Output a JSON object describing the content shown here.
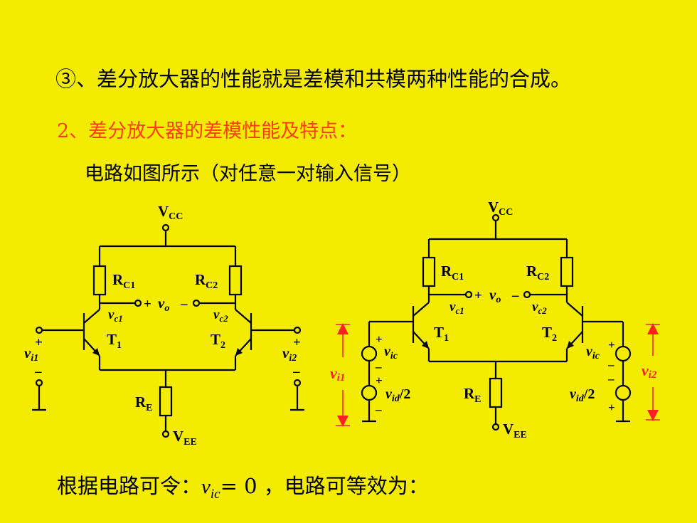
{
  "text": {
    "line1": "③、差分放大器的性能就是差模和共模两种性能的合成。",
    "line2": "2、差分放大器的差模性能及特点：",
    "line3": "电路如图所示（对任意一对输入信号）",
    "line4_prefix": "根据电路可令：",
    "line4_var": "v",
    "line4_sub": "ic",
    "line4_eq": "= 0",
    "line4_suffix": "，电路可等效为："
  },
  "circuit_left": {
    "vcc": "V",
    "vcc_sub": "CC",
    "vee": "V",
    "vee_sub": "EE",
    "rc1": "R",
    "rc1_sub": "C1",
    "rc2": "R",
    "rc2_sub": "C2",
    "re": "R",
    "re_sub": "E",
    "t1": "T",
    "t1_sub": "1",
    "t2": "T",
    "t2_sub": "2",
    "vo": "v",
    "vo_sub": "o",
    "vc1": "v",
    "vc1_sub": "c1",
    "vc2": "v",
    "vc2_sub": "c2",
    "vi1": "v",
    "vi1_sub": "i1",
    "vi2": "v",
    "vi2_sub": "i2",
    "plus": "+",
    "minus": "–"
  },
  "circuit_right": {
    "vcc": "V",
    "vcc_sub": "CC",
    "vee": "V",
    "vee_sub": "EE",
    "rc1": "R",
    "rc1_sub": "C1",
    "rc2": "R",
    "rc2_sub": "C2",
    "re": "R",
    "re_sub": "E",
    "t1": "T",
    "t1_sub": "1",
    "t2": "T",
    "t2_sub": "2",
    "vo": "v",
    "vo_sub": "o",
    "vc1": "v",
    "vc1_sub": "c1",
    "vc2": "v",
    "vc2_sub": "c2",
    "vic": "v",
    "vic_sub": "ic",
    "vid_half": "v",
    "vid_half_sub": "id",
    "vid_half_tail": "/2",
    "vi1": "v",
    "vi1_sub": "i1",
    "vi2": "v",
    "vi2_sub": "i2",
    "plus": "+",
    "minus": "–"
  },
  "colors": {
    "background": "#f4ec00",
    "heading_red": "#ff3f10",
    "annotation_red": "#ff2020"
  }
}
